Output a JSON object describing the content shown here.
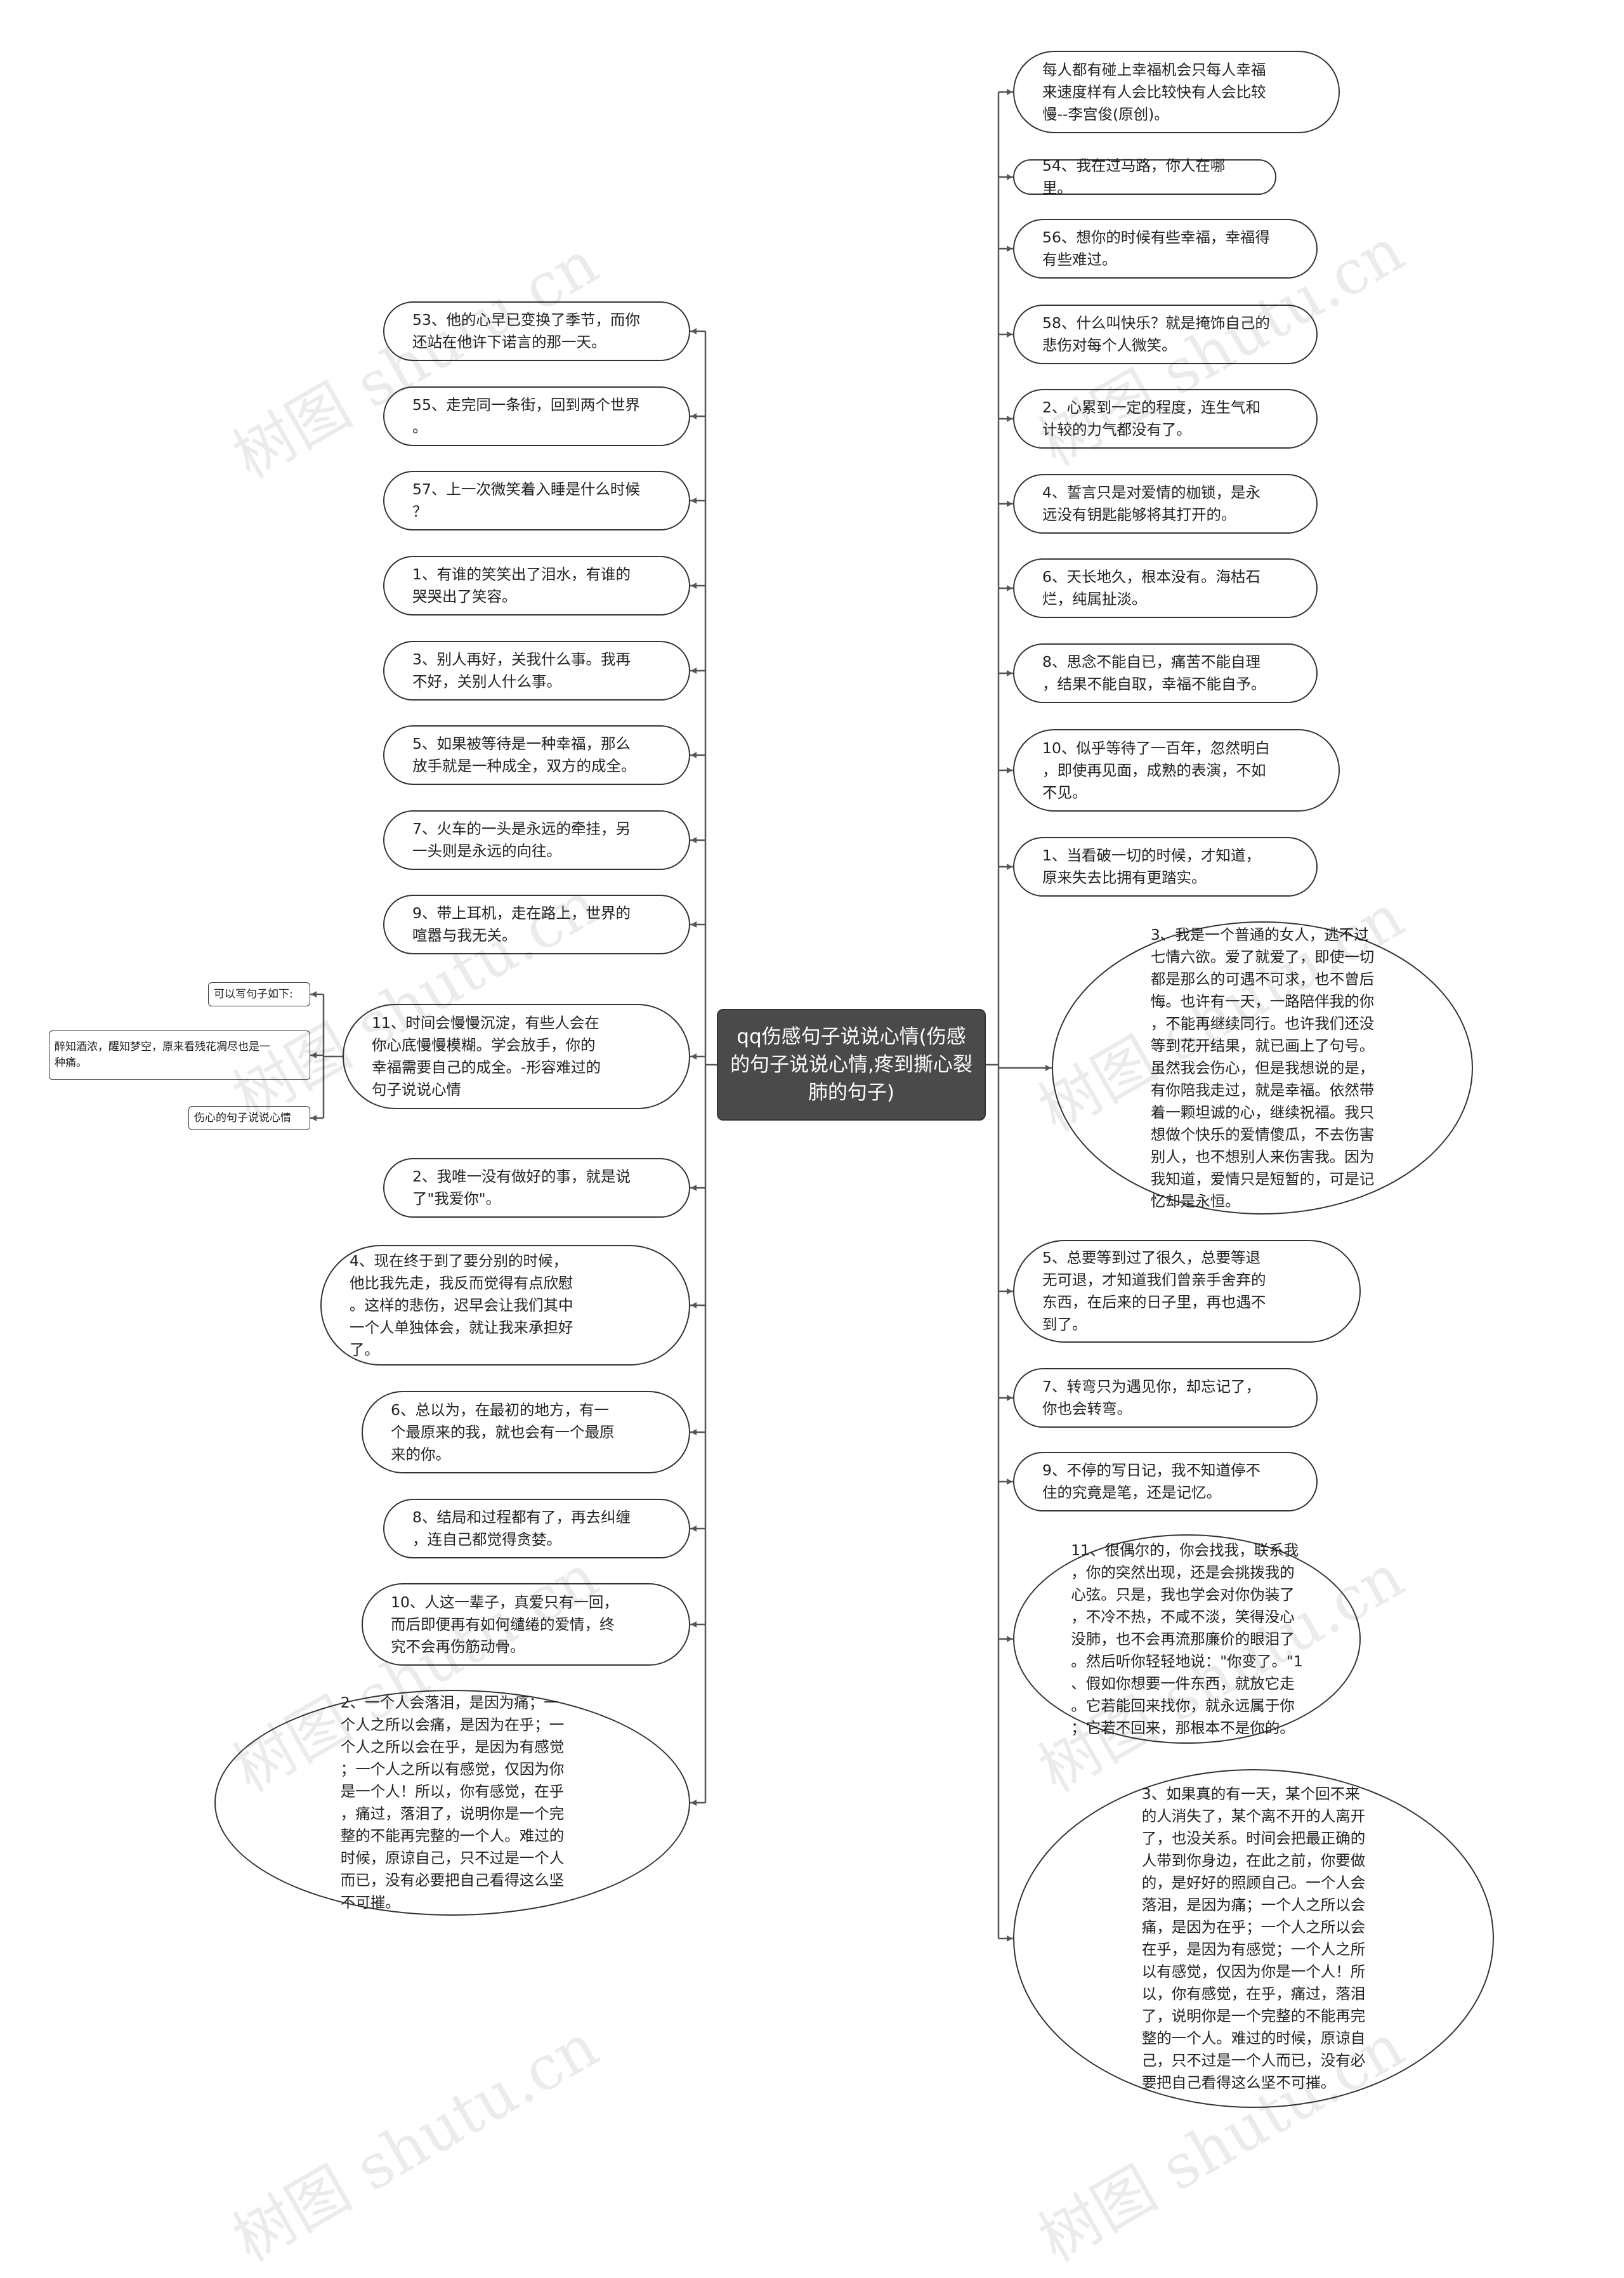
{
  "root": {
    "label": "qq伤感句子说说心情(伤感的句子说说心情,疼到撕心裂肺的句子)"
  },
  "left_nodes": [
    {
      "id": "l1",
      "text": "53、他的心早已变换了季节，而你\n还站在他许下诺言的那一天。"
    },
    {
      "id": "l2",
      "text": "55、走完同一条街，回到两个世界\n。"
    },
    {
      "id": "l3",
      "text": "57、上一次微笑着入睡是什么时候\n？"
    },
    {
      "id": "l4",
      "text": "1、有谁的笑笑出了泪水，有谁的\n哭哭出了笑容。"
    },
    {
      "id": "l5",
      "text": "3、别人再好，关我什么事。我再\n不好，关别人什么事。"
    },
    {
      "id": "l6",
      "text": "5、如果被等待是一种幸福，那么\n放手就是一种成全，双方的成全。"
    },
    {
      "id": "l7",
      "text": "7、火车的一头是永远的牵挂，另\n一头则是永远的向往。"
    },
    {
      "id": "l8",
      "text": "9、带上耳机，走在路上，世界的\n喧嚣与我无关。"
    },
    {
      "id": "l9",
      "text": "11、时间会慢慢沉淀，有些人会在\n你心底慢慢模糊。学会放手，你的\n幸福需要自己的成全。-形容难过的\n句子说说心情"
    },
    {
      "id": "l10",
      "text": "2、我唯一没有做好的事，就是说\n了\"我爱你\"。"
    },
    {
      "id": "l11",
      "text": "4、现在终于到了要分别的时候，\n他比我先走，我反而觉得有点欣慰\n。这样的悲伤，迟早会让我们其中\n一个人单独体会，就让我来承担好\n了。"
    },
    {
      "id": "l12",
      "text": "6、总以为，在最初的地方，有一\n个最原来的我，就也会有一个最原\n来的你。"
    },
    {
      "id": "l13",
      "text": "8、结局和过程都有了，再去纠缠\n，连自己都觉得贪婪。"
    },
    {
      "id": "l14",
      "text": "10、人这一辈子，真爱只有一回，\n而后即便再有如何缱绻的爱情，终\n究不会再伤筋动骨。"
    },
    {
      "id": "l15",
      "text": "2、一个人会落泪，是因为痛；一\n个人之所以会痛，是因为在乎；一\n个人之所以会在乎，是因为有感觉\n；一个人之所以有感觉，仅因为你\n是一个人！所以，你有感觉，在乎\n，痛过，落泪了，说明你是一个完\n整的不能再完整的一个人。难过的\n时候，原谅自己，只不过是一个人\n而已，没有必要把自己看得这么坚\n不可摧。"
    }
  ],
  "sub_nodes": [
    {
      "id": "s1",
      "text": "可以写句子如下:"
    },
    {
      "id": "s2",
      "text": "醉知酒浓，醒知梦空，原来看残花凋尽也是一\n种痛。"
    },
    {
      "id": "s3",
      "text": "伤心的句子说说心情"
    }
  ],
  "right_nodes": [
    {
      "id": "r1",
      "text": "每人都有碰上幸福机会只每人幸福\n来速度样有人会比较快有人会比较\n慢--李宫俊(原创)。"
    },
    {
      "id": "r2",
      "text": "54、我在过马路，你人在哪里。"
    },
    {
      "id": "r3",
      "text": "56、想你的时候有些幸福，幸福得\n有些难过。"
    },
    {
      "id": "r4",
      "text": "58、什么叫快乐？就是掩饰自己的\n悲伤对每个人微笑。"
    },
    {
      "id": "r5",
      "text": "2、心累到一定的程度，连生气和\n计较的力气都没有了。"
    },
    {
      "id": "r6",
      "text": "4、誓言只是对爱情的枷锁，是永\n远没有钥匙能够将其打开的。"
    },
    {
      "id": "r7",
      "text": "6、天长地久，根本没有。海枯石\n烂，纯属扯淡。"
    },
    {
      "id": "r8",
      "text": "8、思念不能自已，痛苦不能自理\n，结果不能自取，幸福不能自予。"
    },
    {
      "id": "r9",
      "text": "10、似乎等待了一百年，忽然明白\n，即使再见面，成熟的表演，不如\n不见。"
    },
    {
      "id": "r10",
      "text": "1、当看破一切的时候，才知道，\n原来失去比拥有更踏实。"
    },
    {
      "id": "r11",
      "text": "3、我是一个普通的女人，逃不过\n七情六欲。爱了就爱了，即使一切\n都是那么的可遇不可求，也不曾后\n悔。也许有一天，一路陪伴我的你\n，不能再继续同行。也许我们还没\n等到花开结果，就已画上了句号。\n虽然我会伤心，但是我想说的是，\n有你陪我走过，就是幸福。依然带\n着一颗坦诚的心，继续祝福。我只\n想做个快乐的爱情傻瓜，不去伤害\n别人，也不想别人来伤害我。因为\n我知道，爱情只是短暂的，可是记\n忆却是永恒。"
    },
    {
      "id": "r12",
      "text": "5、总要等到过了很久，总要等退\n无可退，才知道我们曾亲手舍弃的\n东西，在后来的日子里，再也遇不\n到了。"
    },
    {
      "id": "r13",
      "text": "7、转弯只为遇见你，却忘记了，\n你也会转弯。"
    },
    {
      "id": "r14",
      "text": "9、不停的写日记，我不知道停不\n住的究竟是笔，还是记忆。"
    },
    {
      "id": "r15",
      "text": "11、很偶尔的，你会找我，联系我\n，你的突然出现，还是会挑拨我的\n心弦。只是，我也学会对你伪装了\n，不冷不热，不咸不淡，笑得没心\n没肺，也不会再流那廉价的眼泪了\n。然后听你轻轻地说：\"你变了。\"1\n、假如你想要一件东西，就放它走\n。它若能回来找你，就永远属于你\n；它若不回来，那根本不是你的。"
    },
    {
      "id": "r16",
      "text": "3、如果真的有一天，某个回不来\n的人消失了，某个离不开的人离开\n了，也没关系。时间会把最正确的\n人带到你身边，在此之前，你要做\n的，是好好的照顾自己。一个人会\n落泪，是因为痛；一个人之所以会\n痛，是因为在乎；一个人之所以会\n在乎，是因为有感觉；一个人之所\n以有感觉，仅因为你是一个人！所\n以，你有感觉，在乎，痛过，落泪\n了，说明你是一个完整的不能再完\n整的一个人。难过的时候，原谅自\n己，只不过是一个人而已，没有必\n要把自己看得这么坚不可摧。"
    }
  ],
  "watermark": "树图 shutu.cn",
  "colors": {
    "root_bg": "#4a4a4a",
    "line": "#555555",
    "border": "#333333"
  }
}
